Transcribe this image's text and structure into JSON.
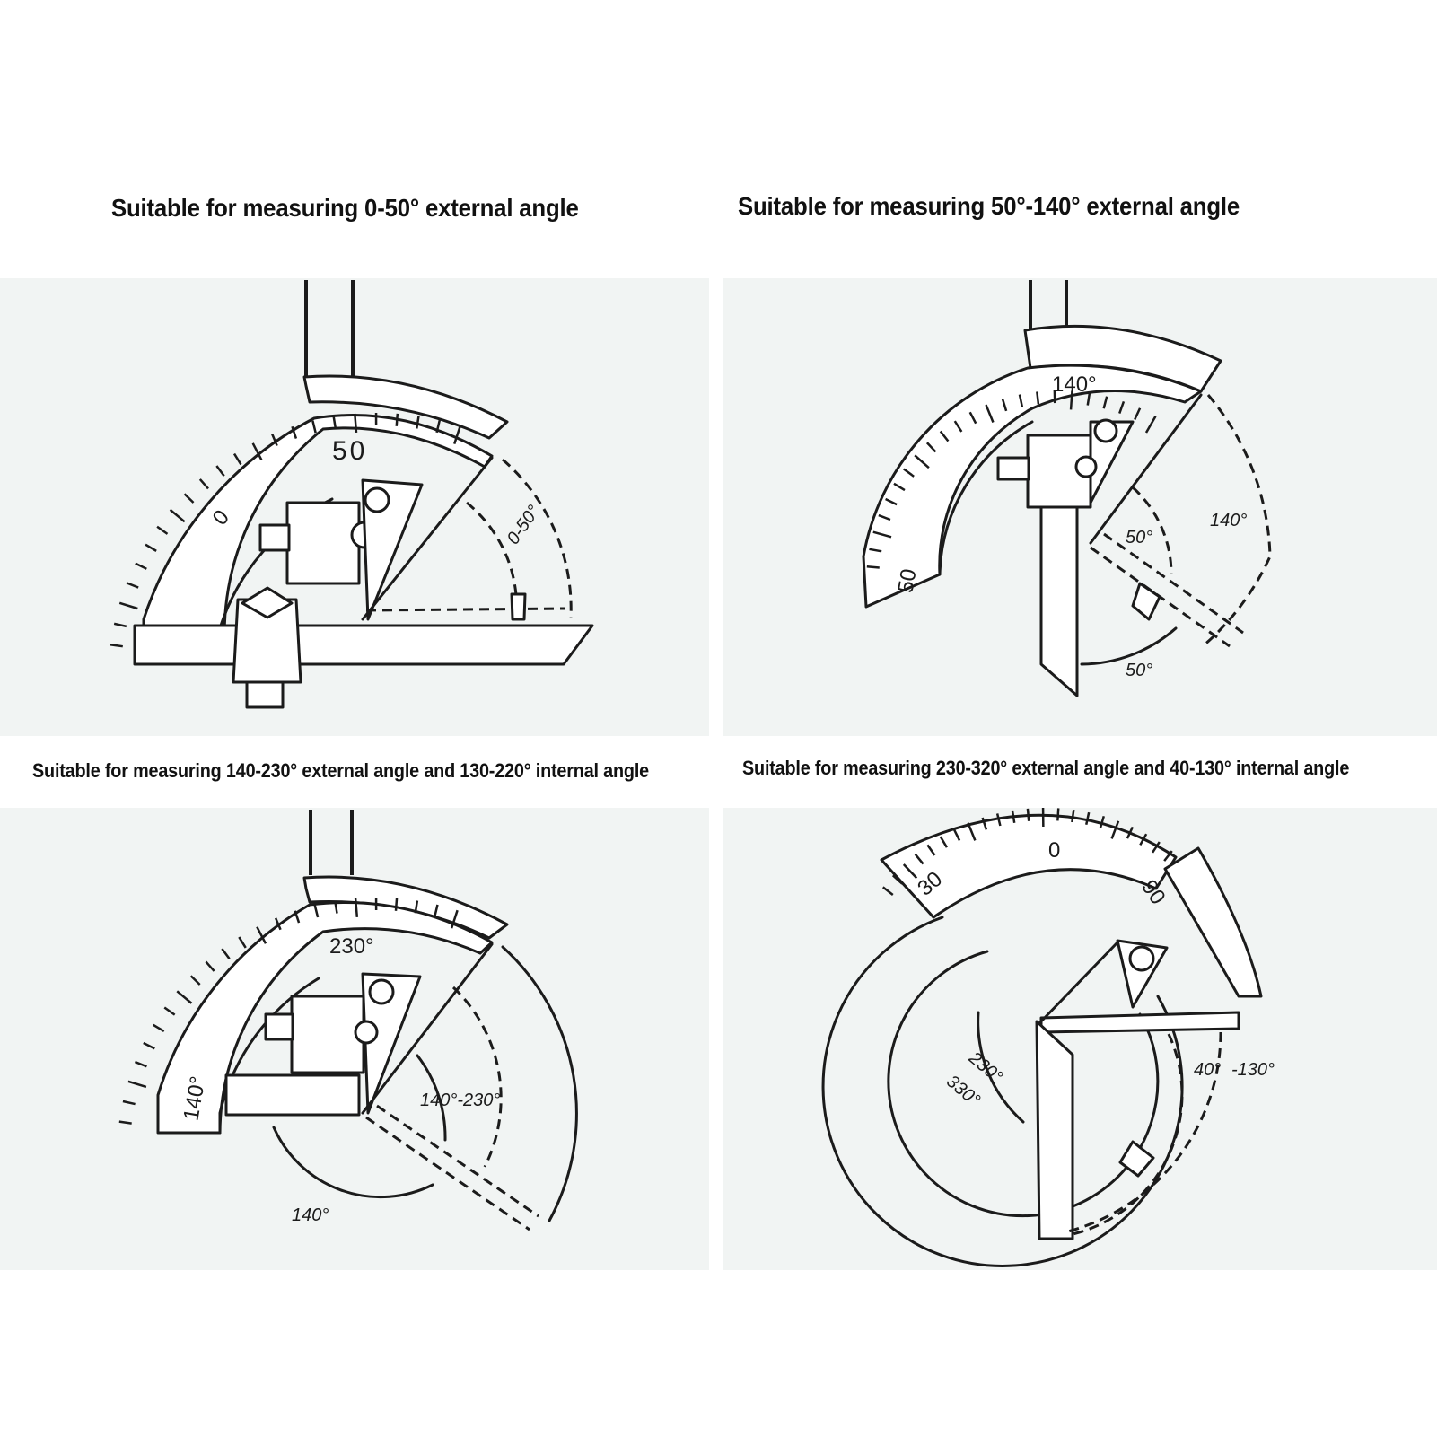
{
  "captions": {
    "first": "Suitable for measuring 0-50° external angle",
    "second": "Suitable for measuring 50°-140° external angle",
    "third": "Suitable for measuring 140-230° external angle and 130-220° internal angle",
    "fourth": "Suitable for measuring 230-320° external angle and 40-130° internal angle"
  },
  "diagram1": {
    "scale_big": "50",
    "scale_zero": "0",
    "range": "0-50°"
  },
  "diagram2": {
    "scale_top": "140°",
    "scale_side": "50",
    "inner": "50°",
    "outer": "140°",
    "bottom": "50°"
  },
  "diagram3": {
    "scale_top": "230°",
    "scale_side": "140°",
    "range": "140°-230°",
    "bottom": "140°"
  },
  "diagram4": {
    "scale_left": "30",
    "scale_mid": "0",
    "scale_right": "90",
    "a230": "230°",
    "a330": "330°",
    "a40": "40°",
    "a130": "-130°"
  },
  "colors": {
    "line": "#1b1b1b",
    "panel": "#f1f4f3",
    "background": "#ffffff"
  }
}
